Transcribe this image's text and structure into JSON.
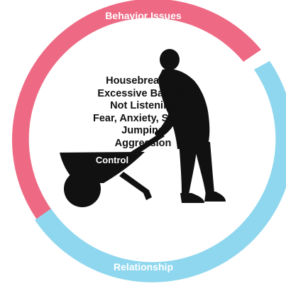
{
  "diagram": {
    "top_arc_label": "Behavior Issues",
    "bottom_arc_label": "Relationship",
    "wheelbarrow_label": "Control",
    "issues": [
      "Housebreaking",
      "Excessive Barking",
      "Not Listening",
      "Fear, Anxiety, Stress",
      "Jumping",
      "Aggression"
    ],
    "colors": {
      "behavior_arc": "#ee6a84",
      "relationship_arc": "#8fd7ee",
      "silhouette": "#111111"
    }
  }
}
